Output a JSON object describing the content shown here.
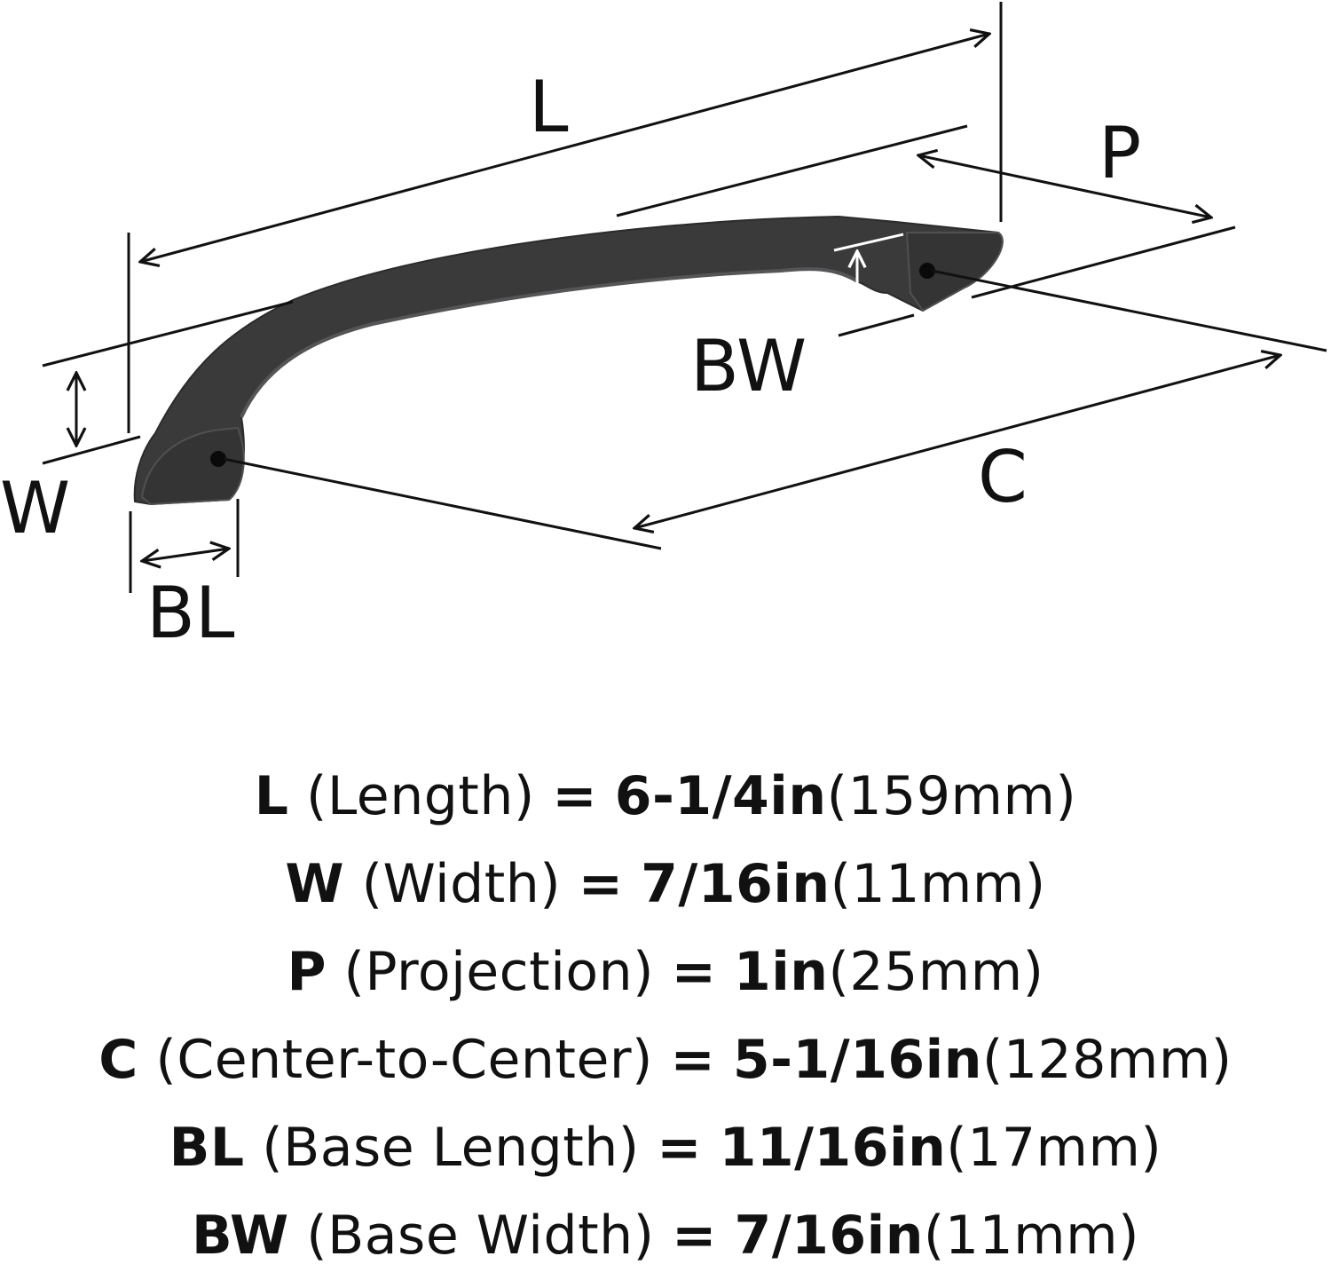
{
  "colors": {
    "ink": "#111111",
    "handle": "#3a3a3b",
    "handle_edge": "#505052",
    "hole": "#0a0a0a"
  },
  "diagram_labels": {
    "L": "L",
    "P": "P",
    "BW": "BW",
    "W": "W",
    "C": "C",
    "BL": "BL"
  },
  "specs": [
    {
      "code": "L",
      "name": "(Length)",
      "imperial": "6-1/4in",
      "metric": "(159mm)"
    },
    {
      "code": "W",
      "name": "(Width)",
      "imperial": "7/16in",
      "metric": "(11mm)"
    },
    {
      "code": "P",
      "name": "(Projection)",
      "imperial": "1in",
      "metric": "(25mm)"
    },
    {
      "code": "C",
      "name": "(Center-to-Center)",
      "imperial": "5-1/16in",
      "metric": "(128mm)"
    },
    {
      "code": "BL",
      "name": "(Base Length)",
      "imperial": "11/16in",
      "metric": "(17mm)"
    },
    {
      "code": "BW",
      "name": "(Base Width)",
      "imperial": "7/16in",
      "metric": "(11mm)"
    }
  ]
}
